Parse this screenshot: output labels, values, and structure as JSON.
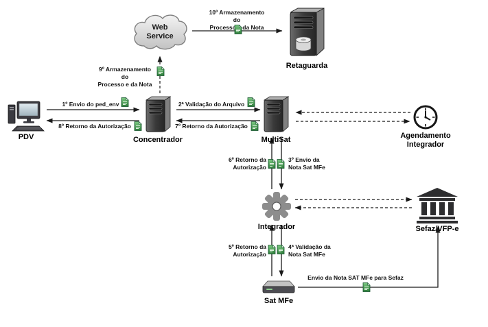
{
  "nodes": {
    "web_service": {
      "label": "Web\nService",
      "icon": "cloud-icon"
    },
    "retaguarda": {
      "label": "Retaguarda",
      "icon": "server-icon"
    },
    "pdv": {
      "label": "PDV",
      "icon": "desktop-computer-icon"
    },
    "concentrador": {
      "label": "Concentrador",
      "icon": "server-icon"
    },
    "multisat": {
      "label": "MultiSat",
      "icon": "server-icon"
    },
    "agendamento": {
      "label": "Agendamento\nIntegrador",
      "icon": "clock-icon"
    },
    "integrador": {
      "label": "Integrador",
      "icon": "gear-icon"
    },
    "sefaz": {
      "label": "Sefaz/VFP-e",
      "icon": "bank-icon"
    },
    "sat_mfe": {
      "label": "Sat MFe",
      "icon": "device-icon"
    }
  },
  "edges": {
    "step1": {
      "label": "1º Envio do ped_env"
    },
    "step2": {
      "label": "2ª Validação do Arquivo"
    },
    "step3": {
      "label": "3º Envio da\nNota Sat MFe"
    },
    "step4": {
      "label": "4ª Validação da\nNota Sat MFe"
    },
    "step5": {
      "label": "5º Retorno da\nAutorização"
    },
    "step6": {
      "label": "6º Retorno da\nAutorização"
    },
    "step7": {
      "label": "7º Retorno da Autorização"
    },
    "step8": {
      "label": "8º Retorno da Autorização"
    },
    "step9": {
      "label": "9º Armazenamento do\nProcesso e da Nota"
    },
    "step10": {
      "label": "10º Armazenamento do\nProcesso e da Nota"
    },
    "envio_sefaz": {
      "label": "Envio da Nota SAT MFe para Sefaz"
    }
  },
  "colors": {
    "arrow": "#1a1a1a",
    "document_icon_green": "#2e7d3a",
    "server_gray": "#3a3a3a",
    "building_dark": "#2d2d2f"
  }
}
